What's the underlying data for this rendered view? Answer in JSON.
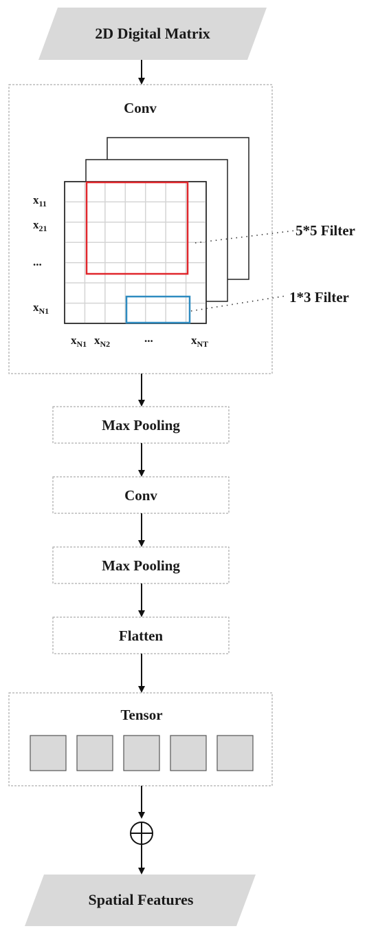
{
  "input_label": "2D Digital Matrix",
  "output_label": "Spatial Features",
  "conv_block": {
    "title": "Conv",
    "row_labels": [
      "x11",
      "x21",
      "...",
      "xN1"
    ],
    "col_labels": [
      "xN1",
      "xN2",
      "...",
      "xNT"
    ],
    "filter_large": "5*5 Filter",
    "filter_small": "1*3 Filter"
  },
  "steps": [
    "Max Pooling",
    "Conv",
    "Max Pooling",
    "Flatten"
  ],
  "tensor": {
    "title": "Tensor",
    "cell_count": 5
  },
  "colors": {
    "shape_fill": "#d9d9d9",
    "filter_large": "#e0262b",
    "filter_small": "#2e8bc0",
    "arrow": "#111111",
    "dashed_border": "#9a9a9a",
    "grid": "#d4d4d4"
  }
}
